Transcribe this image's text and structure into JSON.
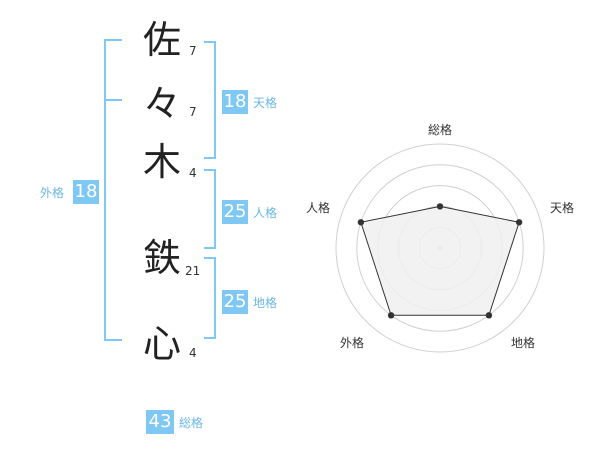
{
  "name": {
    "chars": [
      {
        "char": "佐",
        "strokes": "7"
      },
      {
        "char": "々",
        "strokes": "7"
      },
      {
        "char": "木",
        "strokes": "4"
      },
      {
        "char": "鉄",
        "strokes": "21"
      },
      {
        "char": "心",
        "strokes": "4"
      }
    ]
  },
  "kaku": {
    "tenkaku": {
      "value": "18",
      "label": "天格"
    },
    "jinkaku": {
      "value": "25",
      "label": "人格"
    },
    "chikaku": {
      "value": "25",
      "label": "地格"
    },
    "gaikaku": {
      "value": "18",
      "label": "外格"
    },
    "soukaku": {
      "value": "43",
      "label": "総格"
    }
  },
  "chart_data": {
    "type": "radar",
    "axes": [
      "総格",
      "天格",
      "地格",
      "外格",
      "人格"
    ],
    "values": [
      2,
      4,
      4,
      4,
      4
    ],
    "rmax": 5,
    "grid_rings": 5,
    "colors": {
      "fill": "#f0f0f0",
      "line": "#333333",
      "ring": "#d0d0d0"
    }
  }
}
